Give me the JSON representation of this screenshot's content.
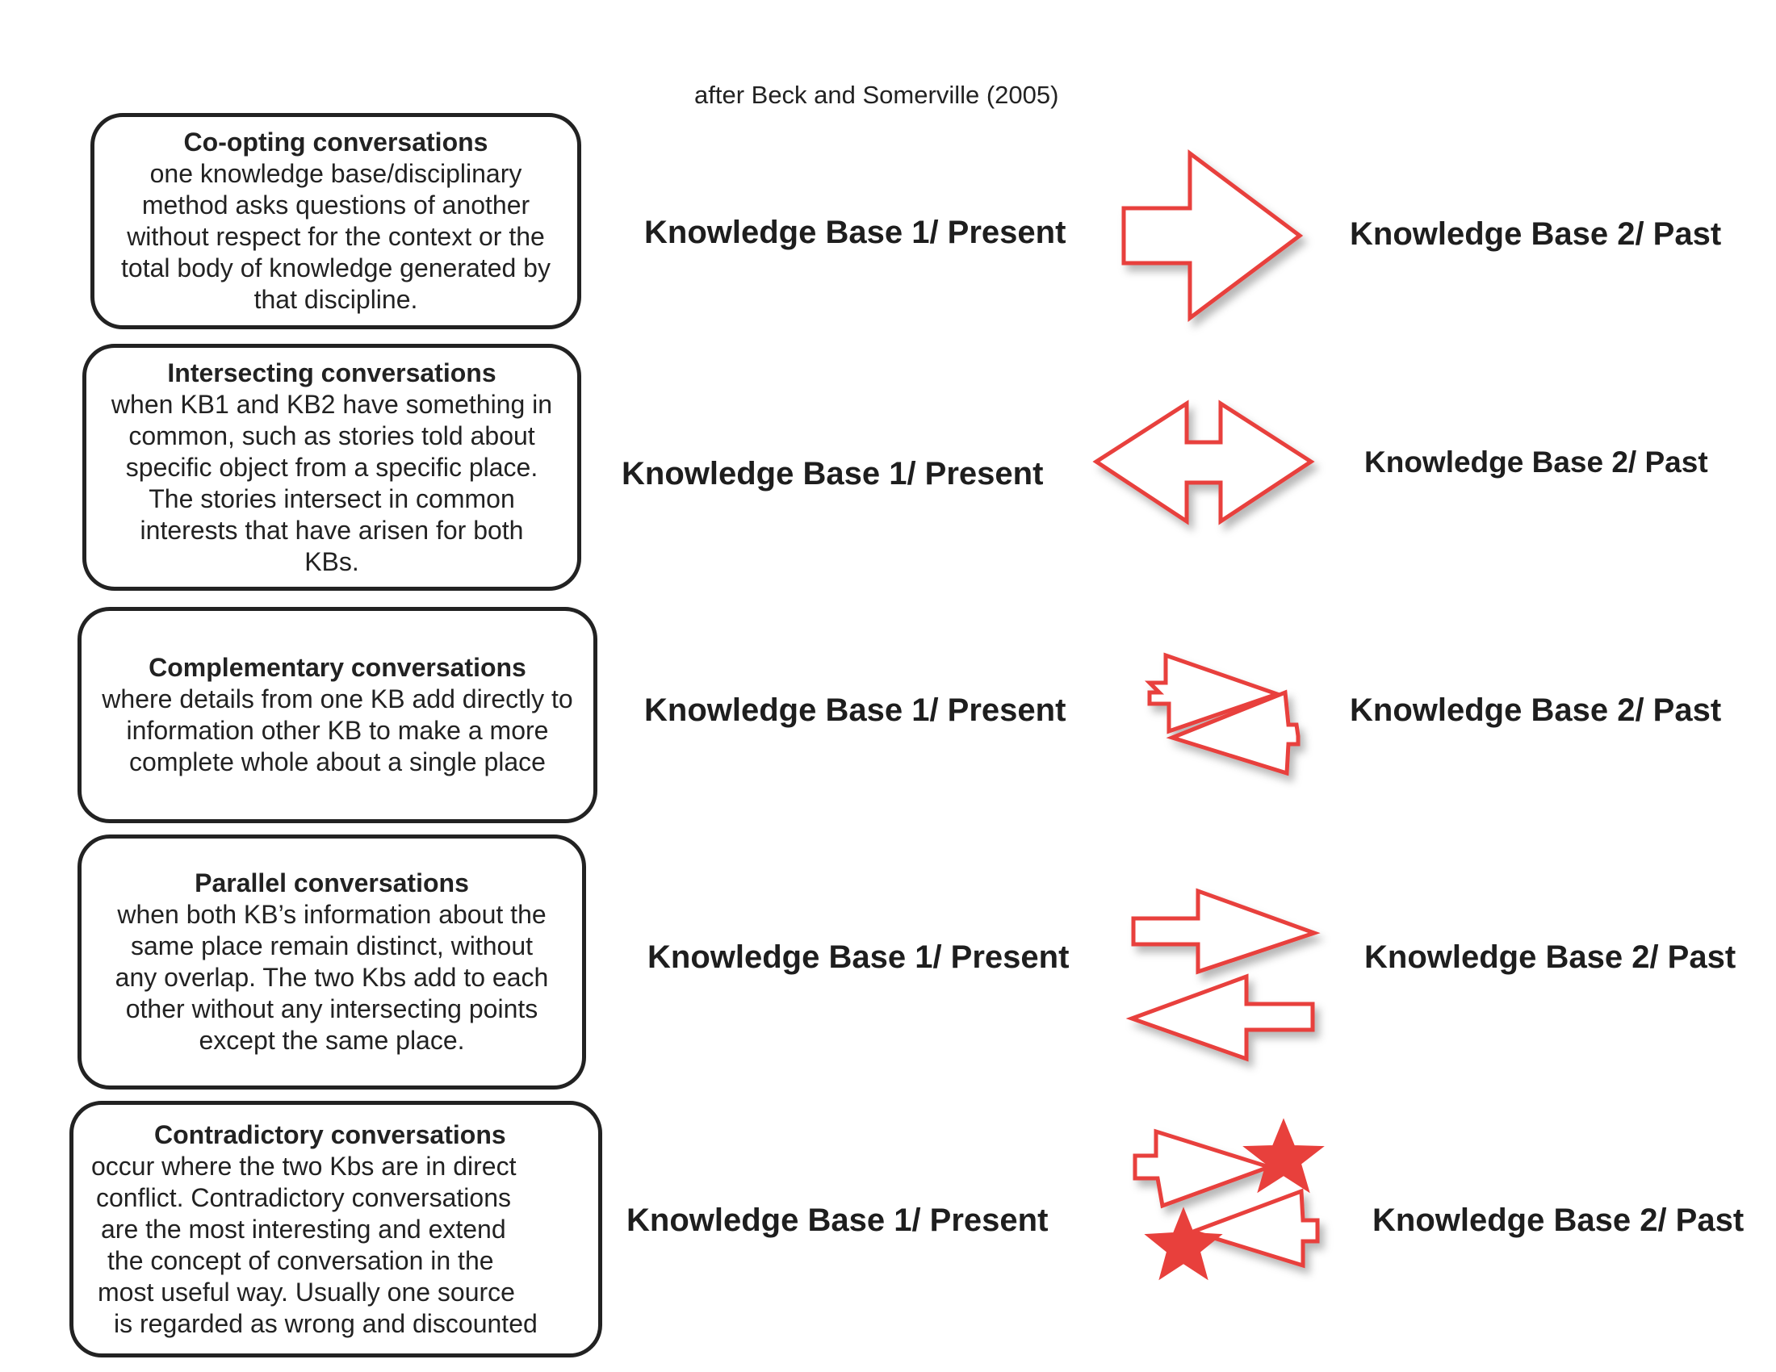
{
  "citation": "after Beck and Somerville (2005)",
  "colors": {
    "arrow_stroke": "#e8403c",
    "star_fill": "#e8403c",
    "box_border": "#222222"
  },
  "rows": [
    {
      "title": "Co-opting conversations",
      "lines": [
        "one knowledge base/disciplinary",
        "method asks questions of another",
        "without respect for the context or the",
        "total body of knowledge generated by",
        "that discipline."
      ],
      "kb1": "Knowledge Base 1/ Present",
      "kb2": "Knowledge Base 2/ Past",
      "icon": "single-right-arrow-icon"
    },
    {
      "title": "Intersecting conversations",
      "lines": [
        "when KB1 and KB2 have something in",
        "common, such as stories told about",
        "specific object from a specific place.",
        "The stories intersect in common",
        "interests that have arisen for both",
        "KBs."
      ],
      "kb1": "Knowledge Base 1/ Present",
      "kb2": "Knowledge Base 2/ Past",
      "icon": "double-headed-arrow-icon"
    },
    {
      "title": "Complementary conversations",
      "lines": [
        "where details from one KB add directly to",
        "information other KB to make a more",
        "complete whole about a single place"
      ],
      "kb1": "Knowledge Base 1/ Present",
      "kb2": "Knowledge Base 2/ Past",
      "icon": "overlapping-arrows-icon"
    },
    {
      "title": "Parallel conversations",
      "lines": [
        "when both KB’s information about the",
        "same place remain distinct, without",
        "any overlap. The two Kbs add to each",
        "other without any intersecting points",
        "except the same place."
      ],
      "kb1": "Knowledge Base 1/ Present",
      "kb2": "Knowledge Base 2/ Past",
      "icon": "parallel-arrows-icon"
    },
    {
      "title": "Contradictory conversations",
      "lines": [
        "occur where the two Kbs are in direct",
        "conflict. Contradictory conversations",
        "are the most interesting and extend",
        "the concept of conversation in the",
        "most useful way. Usually one source",
        "is regarded as wrong and discounted"
      ],
      "kb1": "Knowledge Base 1/ Present",
      "kb2": "Knowledge Base 2/ Past",
      "icon": "conflicting-arrows-star-icon"
    }
  ]
}
